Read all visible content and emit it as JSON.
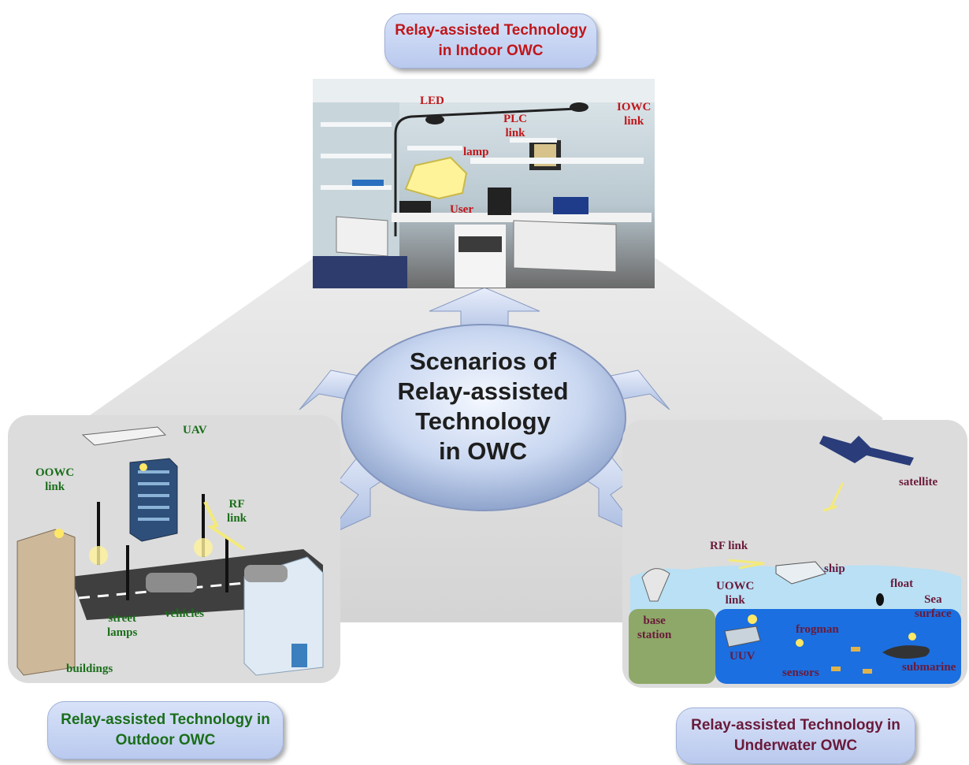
{
  "center": {
    "line1": "Scenarios of",
    "line2": "Relay-assisted",
    "line3": "Technology",
    "line4": "in OWC"
  },
  "indoor": {
    "title_line1": "Relay-assisted Technology",
    "title_line2": "in Indoor OWC",
    "labels": {
      "led": "LED",
      "plc": "PLC",
      "plc2": "link",
      "iowc": "IOWC",
      "iowc2": "link",
      "lamp": "lamp",
      "user": "User"
    }
  },
  "outdoor": {
    "title_line1": "Relay-assisted Technology in",
    "title_line2": "Outdoor OWC",
    "labels": {
      "uav": "UAV",
      "oowc": "OOWC",
      "oowc2": "link",
      "rf": "RF",
      "rf2": "link",
      "street": "street",
      "street2": "lamps",
      "vehicles": "vehicles",
      "buildings": "buildings"
    }
  },
  "underwater": {
    "title_line1": "Relay-assisted Technology in",
    "title_line2": "Underwater OWC",
    "labels": {
      "satellite": "satellite",
      "rflink": "RF link",
      "ship": "ship",
      "float": "float",
      "uowc": "UOWC",
      "uowc2": "link",
      "sea": "Sea",
      "sea2": "surface",
      "base": "base",
      "base2": "station",
      "frogman": "frogman",
      "uuv": "UUV",
      "sensors": "sensors",
      "submarine": "submarine"
    }
  },
  "colors": {
    "indoor_title": "#c0161a",
    "outdoor_title": "#1a6e1a",
    "underwater_title": "#6a1a3a",
    "pill_fill": "#c6d3f2",
    "background_triangle": "#d9d9d9"
  }
}
